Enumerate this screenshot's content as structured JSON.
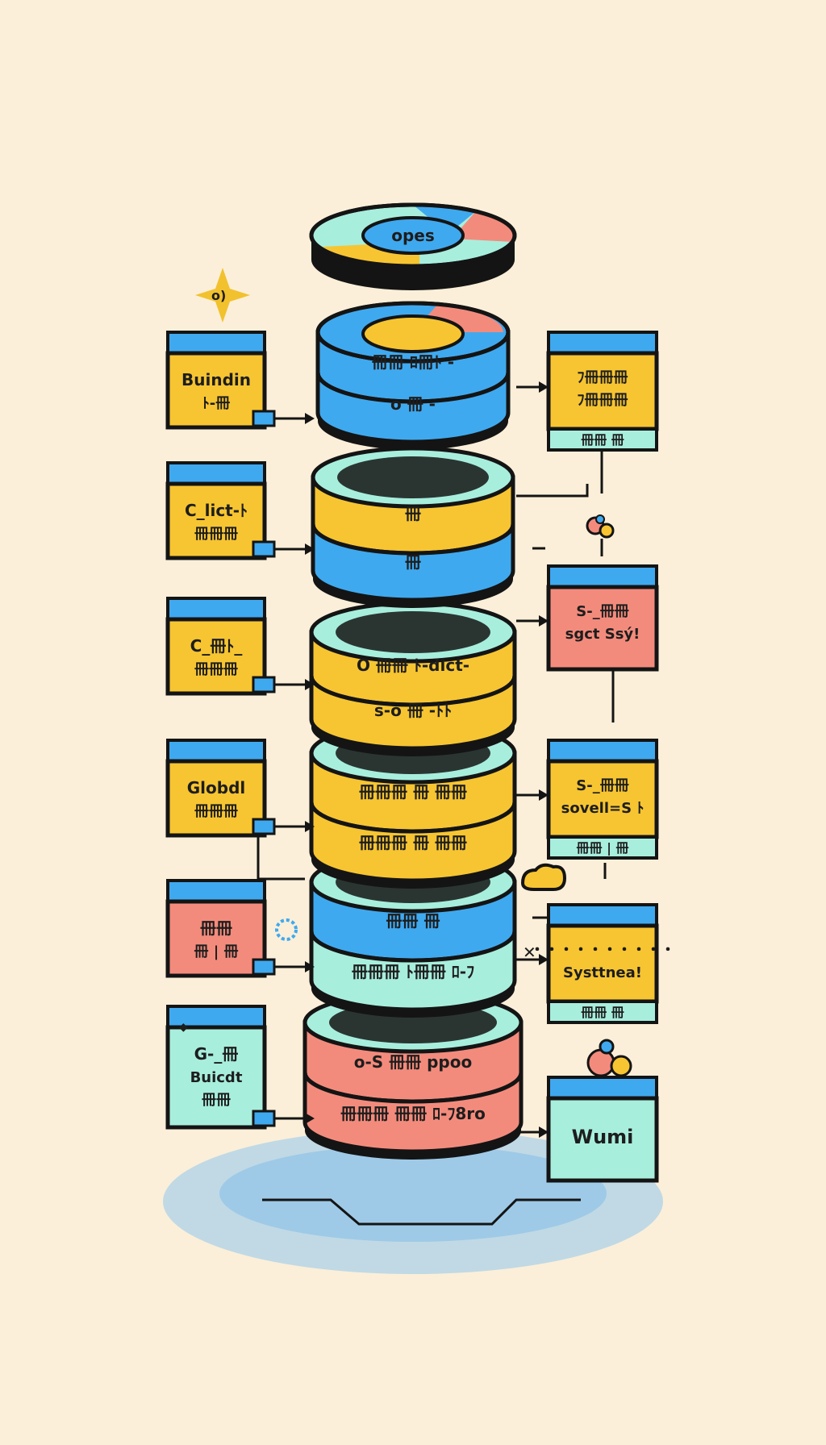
{
  "colors": {
    "background": "#fbefd9",
    "outline": "#141414",
    "blue": "#3fa9ef",
    "yellow": "#f7c531",
    "mint": "#a8eedd",
    "coral": "#f38b7c",
    "sparkle": "#f2c12e",
    "ground": "#8fc6ee"
  },
  "top_disc": {
    "label": "opes"
  },
  "sparkle_label": "o)",
  "left_boxes": [
    {
      "line1": "Buindin",
      "line2": "ﾄ-冊",
      "color": "#f7c531"
    },
    {
      "line1": "C_lict-ﾄ",
      "line2": "冊冊冊",
      "color": "#f7c531"
    },
    {
      "line1": "C_冊ﾄ_",
      "line2": "冊冊冊",
      "color": "#f7c531"
    },
    {
      "line1": "Globdl",
      "line2": "冊冊冊",
      "color": "#f7c531"
    },
    {
      "line1": "冊冊",
      "line2": "冊 | 冊",
      "color": "#f38b7c"
    },
    {
      "line1": "G-_冊",
      "line2": "Buicdt",
      "line3": "冊冊",
      "color": "#a8eedd"
    }
  ],
  "right_boxes": [
    {
      "line1": "ﾌ冊冊冊",
      "line2": "ﾌ冊冊冊",
      "footer": "冊冊   冊",
      "color": "#f7c531"
    },
    {
      "line1": "S-_冊冊",
      "line2": "sgct Ssý!",
      "color": "#f38b7c"
    },
    {
      "line1": "S-_冊冊",
      "line2": "sovell=S ﾄ",
      "footer": "冊冊 |  冊",
      "color": "#f7c531"
    },
    {
      "line1": "・・・・・・・・・・",
      "line2": "Systtnea!",
      "footer": "冊冊   冊",
      "color": "#f7c531"
    },
    {
      "line1": "Wumi",
      "color": "#a8eedd"
    }
  ],
  "layers": [
    {
      "band1": "冊冊  ﾛ冊ﾄ  -",
      "band2": "o     冊    -"
    },
    {
      "band1": "冊",
      "band2": "冊"
    },
    {
      "band1": "O 冊冊  ﾄ-dict-",
      "band2": "s-o    冊    -ﾄﾄ"
    },
    {
      "band1": "冊冊冊    冊    冊冊",
      "band2": "冊冊冊    冊    冊冊"
    },
    {
      "band1": "冊冊    冊",
      "band2": "冊冊冊  ﾄ冊冊 ﾛ-ﾌ"
    },
    {
      "band1": "o-S    冊冊 ppoo",
      "band2": "冊冊冊  冊冊 ﾛ-ﾌ8ro"
    }
  ]
}
